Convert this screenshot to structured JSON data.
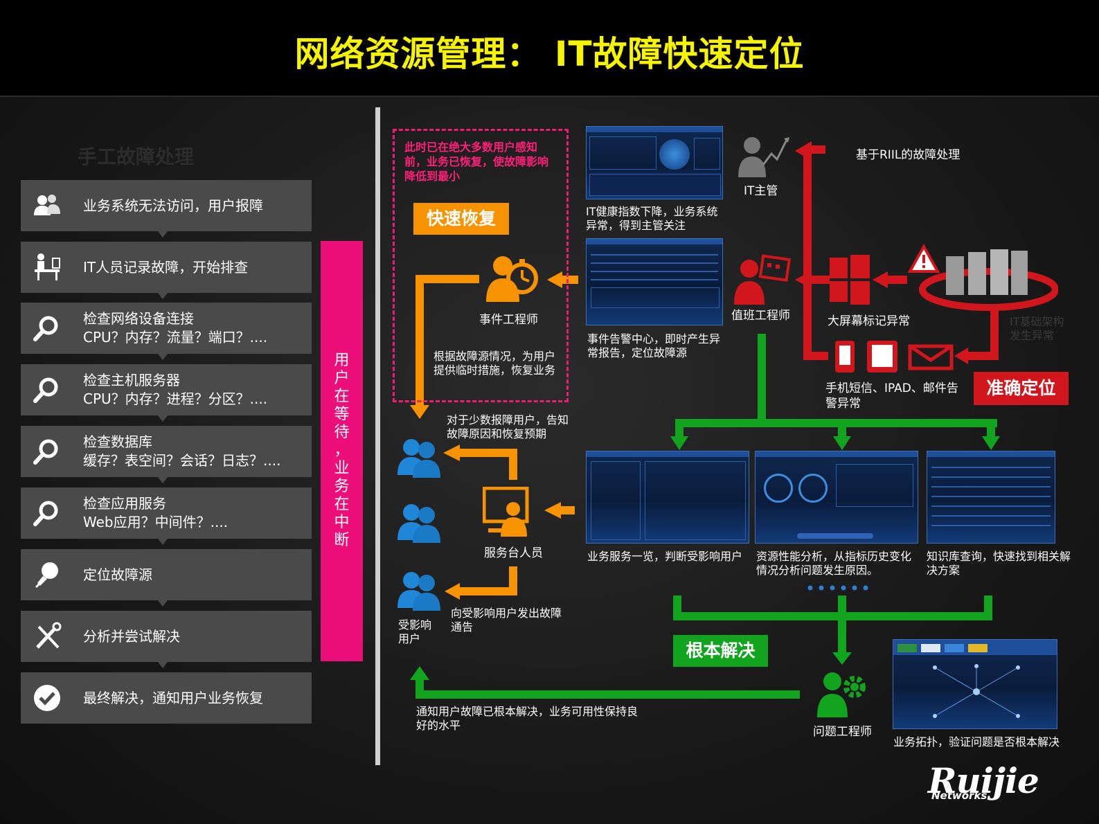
{
  "title": "网络资源管理： IT故障快速定位",
  "ghost_heading": "手工故障处理",
  "steps": [
    {
      "line1": "业务系统无法访问，用户报障",
      "line2": "",
      "icon": "users-icon"
    },
    {
      "line1": "IT人员记录故障，开始排查",
      "line2": "",
      "icon": "engineer-desk-icon"
    },
    {
      "line1": "检查网络设备连接",
      "line2": "CPU？内存？流量？端口？....",
      "icon": "search-icon"
    },
    {
      "line1": "检查主机服务器",
      "line2": "CPU？内存？进程？分区？....",
      "icon": "search-icon"
    },
    {
      "line1": "检查数据库",
      "line2": "缓存？表空间？会话？日志？....",
      "icon": "search-icon"
    },
    {
      "line1": "检查应用服务",
      "line2": "Web应用？中间件？....",
      "icon": "search-icon"
    },
    {
      "line1": "定位故障源",
      "line2": "",
      "icon": "lightbulb-icon"
    },
    {
      "line1": "分析并尝试解决",
      "line2": "",
      "icon": "tools-icon"
    },
    {
      "line1": "最终解决，通知用户业务恢复",
      "line2": "",
      "icon": "check-icon"
    }
  ],
  "vertical_banner": "用户在等待，业务在中断",
  "pink_note": "此时已在绝大多数用户感知前，业务已恢复，使故障影响降低到最小",
  "badges": {
    "fast_recovery": "快速恢复",
    "accurate_locate": "准确定位",
    "root_solve": "根本解决"
  },
  "roles": {
    "incident_engineer": "事件工程师",
    "it_manager": "IT主管",
    "duty_engineer": "值班工程师",
    "service_desk": "服务台人员",
    "affected_users": "受影响用户",
    "problem_engineer": "问题工程师"
  },
  "captions": {
    "health_index": "IT健康指数下降，业务系统异常，得到主管关注",
    "event_center": "事件告警中心，即时产生异常报告，定位故障源",
    "riil_title": "基于RIIL的故障处理",
    "screen_alarm": "大屏幕标记异常",
    "sms_alert": "手机短信、IPAD、邮件告警异常",
    "infra_fault": "IT基础架构发生异常",
    "temp_measure": "根据故障源情况，为用户提供临时措施，恢复业务",
    "few_users": "对于少数报障用户，告知故障原因和恢复预期",
    "notice_affected": "向受影响用户发出故障通告",
    "business_service": "业务服务一览，判断受影响用户",
    "resource_perf": "资源性能分析，从指标历史变化情况分析问题发生原因。",
    "knowledge_base": "知识库查询，快速找到相关解决方案",
    "notify_resolved": "通知用户故障已根本解决，业务可用性保持良好的水平",
    "topology": "业务拓扑，验证问题是否根本解决"
  },
  "colors": {
    "title": "#f6f400",
    "orange": "#f79200",
    "red": "#d2161d",
    "green": "#12a41e",
    "pink": "#ec0f7a",
    "user_blue": "#1f86d8"
  },
  "brand": {
    "name": "Ruijie",
    "sub": "Networks"
  }
}
